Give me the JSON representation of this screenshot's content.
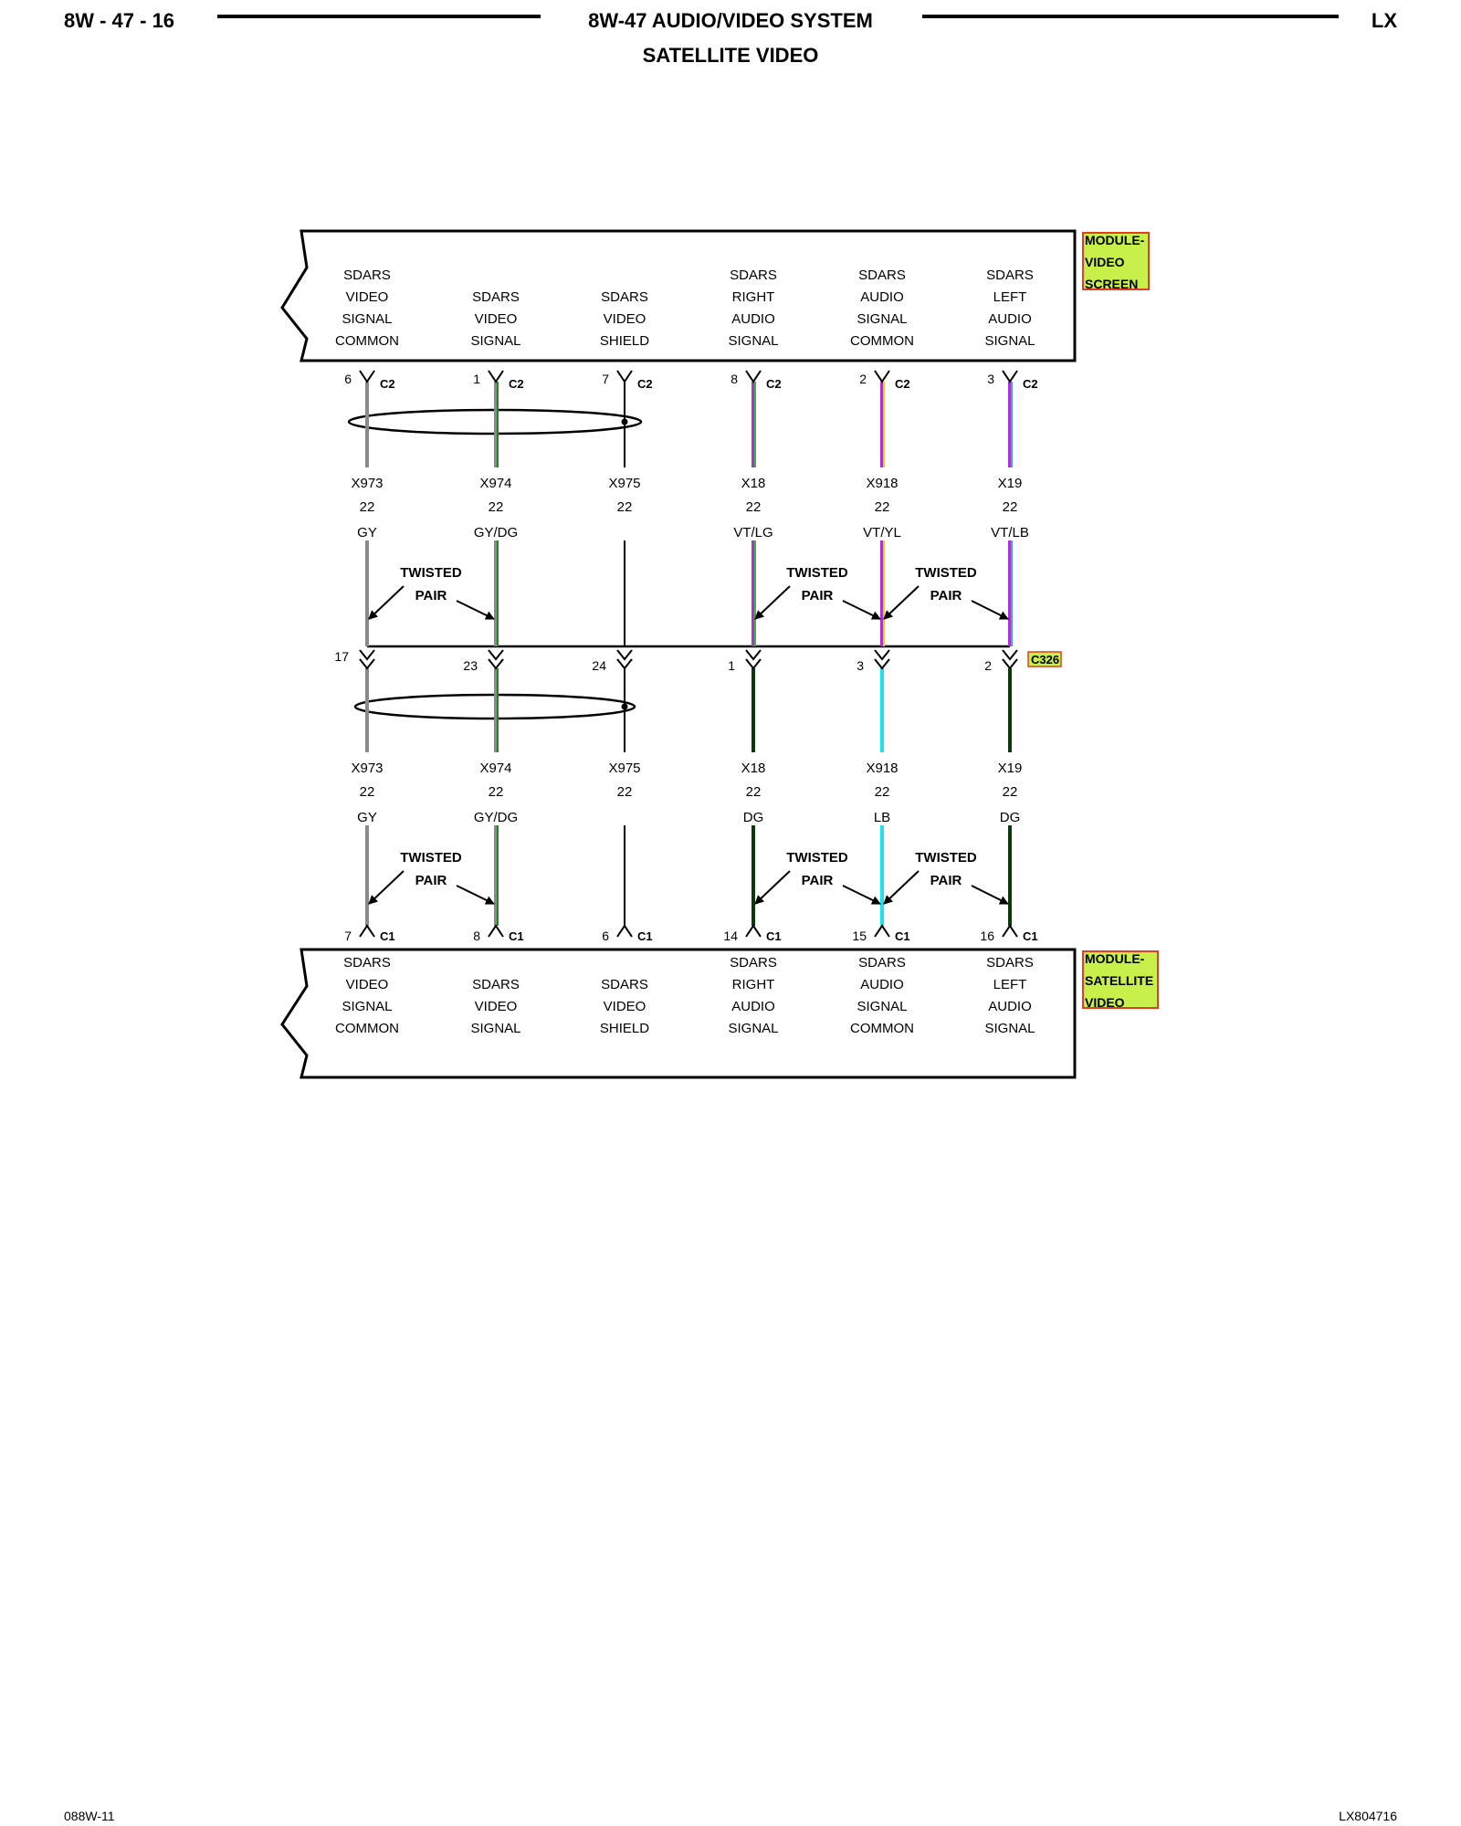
{
  "header": {
    "page_code": "8W - 47 - 16",
    "title": "8W-47 AUDIO/VIDEO SYSTEM",
    "subtitle": "SATELLITE VIDEO",
    "model": "LX"
  },
  "footer": {
    "left_code": "088W-11",
    "right_code": "LX804716"
  },
  "top_module": {
    "name_lines": [
      "MODULE-",
      "VIDEO",
      "SCREEN"
    ],
    "tag_color": "#c8f04a",
    "tag_border": "#e04020",
    "pins": [
      {
        "label": [
          "SDARS",
          "VIDEO",
          "SIGNAL",
          "COMMON"
        ],
        "pin": "6",
        "connector": "C2"
      },
      {
        "label": [
          "SDARS",
          "VIDEO",
          "SIGNAL"
        ],
        "pin": "1",
        "connector": "C2"
      },
      {
        "label": [
          "SDARS",
          "VIDEO",
          "SHIELD"
        ],
        "pin": "7",
        "connector": "C2"
      },
      {
        "label": [
          "SDARS",
          "RIGHT",
          "AUDIO",
          "SIGNAL"
        ],
        "pin": "8",
        "connector": "C2"
      },
      {
        "label": [
          "SDARS",
          "AUDIO",
          "SIGNAL",
          "COMMON"
        ],
        "pin": "2",
        "connector": "C2"
      },
      {
        "label": [
          "SDARS",
          "LEFT",
          "AUDIO",
          "SIGNAL"
        ],
        "pin": "3",
        "connector": "C2"
      }
    ]
  },
  "inline_connector": {
    "name": "C326",
    "pins": [
      "17",
      "23",
      "24",
      "1",
      "3",
      "2"
    ]
  },
  "upper_wires": [
    {
      "circuit": "X973",
      "gauge": "22",
      "color": "GY",
      "stroke": "#8a8a8a",
      "tracer": "#8a8a8a"
    },
    {
      "circuit": "X974",
      "gauge": "22",
      "color": "GY/DG",
      "stroke": "#8a8a8a",
      "tracer": "#1f8a1f"
    },
    {
      "circuit": "X975",
      "gauge": "22",
      "color": "",
      "stroke": "#000000",
      "tracer": "#000000"
    },
    {
      "circuit": "X18",
      "gauge": "22",
      "color": "VT/LG",
      "stroke": "#b030d0",
      "tracer": "#40b040"
    },
    {
      "circuit": "X918",
      "gauge": "22",
      "color": "VT/YL",
      "stroke": "#b030d0",
      "tracer": "#e8d020"
    },
    {
      "circuit": "X19",
      "gauge": "22",
      "color": "VT/LB",
      "stroke": "#b030d0",
      "tracer": "#40a0ff"
    }
  ],
  "lower_wires": [
    {
      "circuit": "X973",
      "gauge": "22",
      "color": "GY",
      "stroke": "#8a8a8a",
      "tracer": "#8a8a8a"
    },
    {
      "circuit": "X974",
      "gauge": "22",
      "color": "GY/DG",
      "stroke": "#8a8a8a",
      "tracer": "#1f8a1f"
    },
    {
      "circuit": "X975",
      "gauge": "22",
      "color": "",
      "stroke": "#000000",
      "tracer": "#000000"
    },
    {
      "circuit": "X18",
      "gauge": "22",
      "color": "DG",
      "stroke": "#0c3a0c",
      "tracer": "#0c3a0c"
    },
    {
      "circuit": "X918",
      "gauge": "22",
      "color": "LB",
      "stroke": "#20e0e8",
      "tracer": "#20e0e8"
    },
    {
      "circuit": "X19",
      "gauge": "22",
      "color": "DG",
      "stroke": "#0c3a0c",
      "tracer": "#0c3a0c"
    }
  ],
  "twisted_pair_label": [
    "TWISTED",
    "PAIR"
  ],
  "bottom_module": {
    "name_lines": [
      "MODULE-",
      "SATELLITE",
      "VIDEO"
    ],
    "tag_color": "#c8f04a",
    "tag_border": "#e04020",
    "pins": [
      {
        "label": [
          "SDARS",
          "VIDEO",
          "SIGNAL",
          "COMMON"
        ],
        "pin": "7",
        "connector": "C1"
      },
      {
        "label": [
          "SDARS",
          "VIDEO",
          "SIGNAL"
        ],
        "pin": "8",
        "connector": "C1"
      },
      {
        "label": [
          "SDARS",
          "VIDEO",
          "SHIELD"
        ],
        "pin": "6",
        "connector": "C1"
      },
      {
        "label": [
          "SDARS",
          "RIGHT",
          "AUDIO",
          "SIGNAL"
        ],
        "pin": "14",
        "connector": "C1"
      },
      {
        "label": [
          "SDARS",
          "AUDIO",
          "SIGNAL",
          "COMMON"
        ],
        "pin": "15",
        "connector": "C1"
      },
      {
        "label": [
          "SDARS",
          "LEFT",
          "AUDIO",
          "SIGNAL"
        ],
        "pin": "16",
        "connector": "C1"
      }
    ]
  }
}
